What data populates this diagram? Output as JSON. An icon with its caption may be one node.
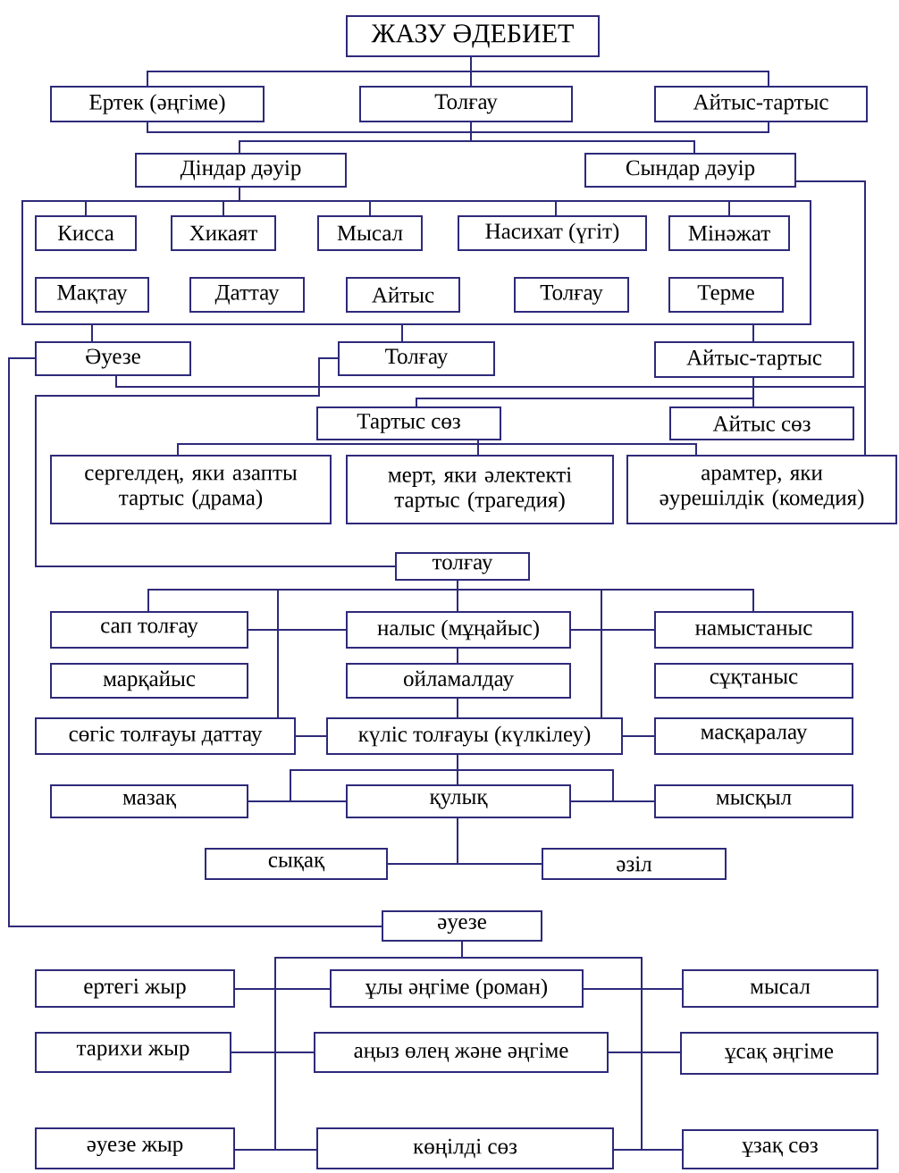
{
  "diagram": {
    "nodes": [
      {
        "text": [
          "ЖАЗУ  ӘДЕБИЕТ"
        ]
      },
      {
        "text": [
          "Ертек (әңгіме)"
        ]
      },
      {
        "text": [
          "Толғау"
        ]
      },
      {
        "text": [
          "Айтыс-тартыс"
        ]
      },
      {
        "text": [
          "Діндар дәуір"
        ]
      },
      {
        "text": [
          "Сындар дәуір"
        ]
      },
      {
        "text": [],
        "shape": "box"
      },
      {
        "text": [
          "Кисса"
        ],
        "in": 6
      },
      {
        "text": [
          "Хикаят"
        ],
        "in": 6
      },
      {
        "text": [
          "Мысал"
        ],
        "in": 6
      },
      {
        "text": [
          "Насихат (үгіт)"
        ],
        "in": 6
      },
      {
        "text": [
          "Мінәжат"
        ],
        "in": 6
      },
      {
        "text": [
          "Мақтау"
        ],
        "in": 6
      },
      {
        "text": [
          "Даттау"
        ],
        "in": 6
      },
      {
        "text": [
          "Айтыс"
        ],
        "in": 6
      },
      {
        "text": [
          "Толғау"
        ],
        "in": 6
      },
      {
        "text": [
          "Терме"
        ],
        "in": 6
      },
      {
        "text": [
          "Әуезе"
        ]
      },
      {
        "text": [
          "Толғау"
        ]
      },
      {
        "text": [
          "Айтыс-тартыс"
        ]
      },
      {
        "text": [
          "Тартыс сөз"
        ]
      },
      {
        "text": [
          "Айтыс сөз"
        ]
      },
      {
        "text": [
          "сергелдең, яки азапты тартыс (драма)"
        ]
      },
      {
        "text": [
          "мерт, яки әлектекті тартыс (трагедия)"
        ]
      },
      {
        "text": [
          "арамтер, яки әурешілдік (комедия)"
        ]
      },
      {
        "text": [
          "толғау"
        ]
      },
      {
        "text": [
          "сап толғау"
        ]
      },
      {
        "text": [
          "налыс (мұңайыс)"
        ]
      },
      {
        "text": [
          "намыстаныс"
        ]
      },
      {
        "text": [
          "марқайыс"
        ]
      },
      {
        "text": [
          "ойламалдау"
        ]
      },
      {
        "text": [
          "сұқтаныс"
        ]
      },
      {
        "text": [
          "сөгіс толғауы даттау"
        ]
      },
      {
        "text": [
          "күліс толғауы (күлкілеу)"
        ]
      },
      {
        "text": [
          "масқаралау"
        ]
      },
      {
        "text": [
          "мазақ"
        ]
      },
      {
        "text": [
          "қулық"
        ]
      },
      {
        "text": [
          "мысқыл"
        ]
      },
      {
        "text": [
          "сықақ"
        ]
      },
      {
        "text": [
          "әзіл"
        ]
      },
      {
        "text": [
          "әуезе"
        ]
      },
      {
        "text": [
          "ертегі  жыр"
        ]
      },
      {
        "text": [
          "ұлы әңгіме (роман)"
        ]
      },
      {
        "text": [
          "мысал"
        ]
      },
      {
        "text": [
          "тарихи жыр"
        ]
      },
      {
        "text": [
          "аңыз өлең және әңгіме"
        ]
      },
      {
        "text": [
          "ұсақ әңгіме"
        ]
      },
      {
        "text": [
          "әуезе жыр"
        ]
      },
      {
        "text": [
          "көңілді сөз"
        ]
      },
      {
        "text": [
          "ұзақ сөз"
        ]
      }
    ],
    "edges": [
      {
        "from": 0,
        "to": 1,
        "arrow": "none"
      },
      {
        "from": 0,
        "to": 2,
        "arrow": "none"
      },
      {
        "from": 0,
        "to": 3,
        "arrow": "none"
      },
      {
        "from": 1,
        "to": 4,
        "arrow": "none"
      },
      {
        "from": 2,
        "to": 4,
        "arrow": "none"
      },
      {
        "from": 3,
        "to": 5,
        "arrow": "none"
      },
      {
        "from": 2,
        "to": 5,
        "arrow": "none"
      },
      {
        "from": 4,
        "to": 6,
        "arrow": "none"
      },
      {
        "from": 6,
        "to": 7,
        "arrow": "none"
      },
      {
        "from": 6,
        "to": 8,
        "arrow": "none"
      },
      {
        "from": 6,
        "to": 9,
        "arrow": "none"
      },
      {
        "from": 6,
        "to": 10,
        "arrow": "none"
      },
      {
        "from": 6,
        "to": 11,
        "arrow": "none"
      },
      {
        "from": 6,
        "to": 17,
        "arrow": "none"
      },
      {
        "from": 6,
        "to": 18,
        "arrow": "none"
      },
      {
        "from": 6,
        "to": 19,
        "arrow": "none"
      },
      {
        "from": 5,
        "to": 24,
        "arrow": "none"
      },
      {
        "from": 17,
        "to": 24,
        "arrow": "none"
      },
      {
        "from": 17,
        "to": 40,
        "arrow": "none"
      },
      {
        "from": 18,
        "to": 25,
        "arrow": "none"
      },
      {
        "from": 19,
        "to": 20,
        "arrow": "none"
      },
      {
        "from": 19,
        "to": 21,
        "arrow": "none"
      },
      {
        "from": 20,
        "to": 22,
        "arrow": "none"
      },
      {
        "from": 20,
        "to": 23,
        "arrow": "none"
      },
      {
        "from": 20,
        "to": 24,
        "arrow": "none"
      },
      {
        "from": 25,
        "to": 26,
        "arrow": "none"
      },
      {
        "from": 25,
        "to": 27,
        "arrow": "none"
      },
      {
        "from": 25,
        "to": 28,
        "arrow": "none"
      },
      {
        "from": 25,
        "to": 32,
        "arrow": "none"
      },
      {
        "from": 25,
        "to": 33,
        "arrow": "none"
      },
      {
        "from": 27,
        "to": 26,
        "arrow": "none"
      },
      {
        "from": 27,
        "to": 28,
        "arrow": "none"
      },
      {
        "from": 27,
        "to": 30,
        "arrow": "none"
      },
      {
        "from": 30,
        "to": 33,
        "arrow": "none"
      },
      {
        "from": 33,
        "to": 32,
        "arrow": "none"
      },
      {
        "from": 33,
        "to": 34,
        "arrow": "none"
      },
      {
        "from": 33,
        "to": 36,
        "arrow": "none"
      },
      {
        "from": 33,
        "to": 35,
        "arrow": "none"
      },
      {
        "from": 33,
        "to": 37,
        "arrow": "none"
      },
      {
        "from": 36,
        "to": 35,
        "arrow": "none"
      },
      {
        "from": 36,
        "to": 37,
        "arrow": "none"
      },
      {
        "from": 36,
        "to": 38,
        "arrow": "none"
      },
      {
        "from": 36,
        "to": 39,
        "arrow": "none"
      },
      {
        "from": 40,
        "to": 41,
        "arrow": "none"
      },
      {
        "from": 40,
        "to": 42,
        "arrow": "none"
      },
      {
        "from": 40,
        "to": 43,
        "arrow": "none"
      },
      {
        "from": 40,
        "to": 44,
        "arrow": "none"
      },
      {
        "from": 40,
        "to": 45,
        "arrow": "none"
      },
      {
        "from": 40,
        "to": 46,
        "arrow": "none"
      },
      {
        "from": 40,
        "to": 47,
        "arrow": "none"
      },
      {
        "from": 40,
        "to": 48,
        "arrow": "none"
      },
      {
        "from": 40,
        "to": 49,
        "arrow": "none"
      }
    ]
  }
}
